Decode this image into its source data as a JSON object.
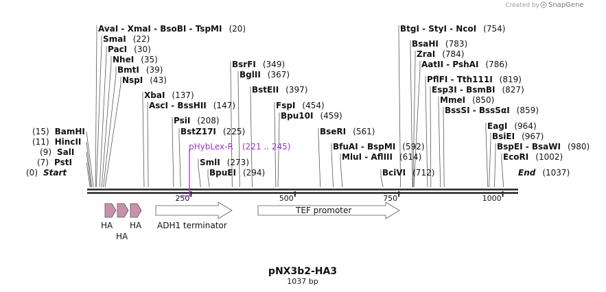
{
  "credit": {
    "prefix": "Created by",
    "brand": "SnapGene"
  },
  "map": {
    "name": "pNX3b2-HA3",
    "length_text": "1037 bp",
    "length_bp": 1037,
    "ticks": [
      "250",
      "500",
      "750",
      "1000"
    ],
    "tick_values": [
      250,
      500,
      750,
      1000
    ]
  },
  "left_labels": [
    {
      "name": "BamHI",
      "pos": "(15)"
    },
    {
      "name": "HincII",
      "pos": "(11)"
    },
    {
      "name": "SalI",
      "pos": "(9)"
    },
    {
      "name": "PstI",
      "pos": "(7)"
    },
    {
      "name": "Start",
      "pos": "(0)"
    }
  ],
  "sites": [
    {
      "name": "AvaI  - XmaI  - BsoBI  - TspMI",
      "pos": "(20)",
      "bp": 20
    },
    {
      "name": "SmaI",
      "pos": "(22)",
      "bp": 22
    },
    {
      "name": "PacI",
      "pos": "(30)",
      "bp": 30
    },
    {
      "name": "NheI",
      "pos": "(35)",
      "bp": 35
    },
    {
      "name": "BmtI",
      "pos": "(39)",
      "bp": 39
    },
    {
      "name": "NspI",
      "pos": "(43)",
      "bp": 43
    },
    {
      "name": "XbaI",
      "pos": "(137)",
      "bp": 137
    },
    {
      "name": "AscI  - BssHII",
      "pos": "(147)",
      "bp": 147
    },
    {
      "name": "PsiI",
      "pos": "(208)",
      "bp": 208
    },
    {
      "name": "BstZ17I",
      "pos": "(225)",
      "bp": 225
    },
    {
      "name": "SmlI",
      "pos": "(273)",
      "bp": 273
    },
    {
      "name": "BpuEI",
      "pos": "(294)",
      "bp": 294
    },
    {
      "name": "BsrFI",
      "pos": "(349)",
      "bp": 349
    },
    {
      "name": "BglII",
      "pos": "(367)",
      "bp": 367
    },
    {
      "name": "BstEII",
      "pos": "(397)",
      "bp": 397
    },
    {
      "name": "FspI",
      "pos": "(454)",
      "bp": 454
    },
    {
      "name": "Bpu10I",
      "pos": "(459)",
      "bp": 459
    },
    {
      "name": "BseRI",
      "pos": "(561)",
      "bp": 561
    },
    {
      "name": "BfuAI  - BspMI",
      "pos": "(592)",
      "bp": 592
    },
    {
      "name": "MluI  - AflIII",
      "pos": "(614)",
      "bp": 614
    },
    {
      "name": "BciVI",
      "pos": "(712)",
      "bp": 712
    },
    {
      "name": "BtgI  - StyI  - NcoI",
      "pos": "(754)",
      "bp": 754
    },
    {
      "name": "BsaHI",
      "pos": "(783)",
      "bp": 783
    },
    {
      "name": "ZraI",
      "pos": "(784)",
      "bp": 784
    },
    {
      "name": "AatII  - PshAI",
      "pos": "(786)",
      "bp": 786
    },
    {
      "name": "PflFI  - Tth111I",
      "pos": "(819)",
      "bp": 819
    },
    {
      "name": "Esp3I  - BsmBI",
      "pos": "(827)",
      "bp": 827
    },
    {
      "name": "MmeI",
      "pos": "(850)",
      "bp": 850
    },
    {
      "name": "BssSI  - BssSαI",
      "pos": "(859)",
      "bp": 859
    },
    {
      "name": "EagI",
      "pos": "(964)",
      "bp": 964
    },
    {
      "name": "BsiEI",
      "pos": "(967)",
      "bp": 967
    },
    {
      "name": "BspEI  - BsaWI",
      "pos": "(980)",
      "bp": 980
    },
    {
      "name": "EcoRI",
      "pos": "(1002)",
      "bp": 1002
    },
    {
      "name": "End",
      "pos": "(1037)",
      "bp": 1037
    }
  ],
  "primer": {
    "name": "pHybLex-R",
    "range": "(221 .. 245)"
  },
  "features": [
    {
      "name": "HA",
      "kind": "tag"
    },
    {
      "name": "HA",
      "kind": "tag"
    },
    {
      "name": "HA",
      "kind": "tag"
    },
    {
      "name": "ADH1 terminator",
      "kind": "terminator"
    },
    {
      "name": "TEF promoter",
      "kind": "promoter"
    }
  ],
  "colors": {
    "tag": "#c990ad",
    "primer": "#9b34c8",
    "backbone": "#222222"
  }
}
